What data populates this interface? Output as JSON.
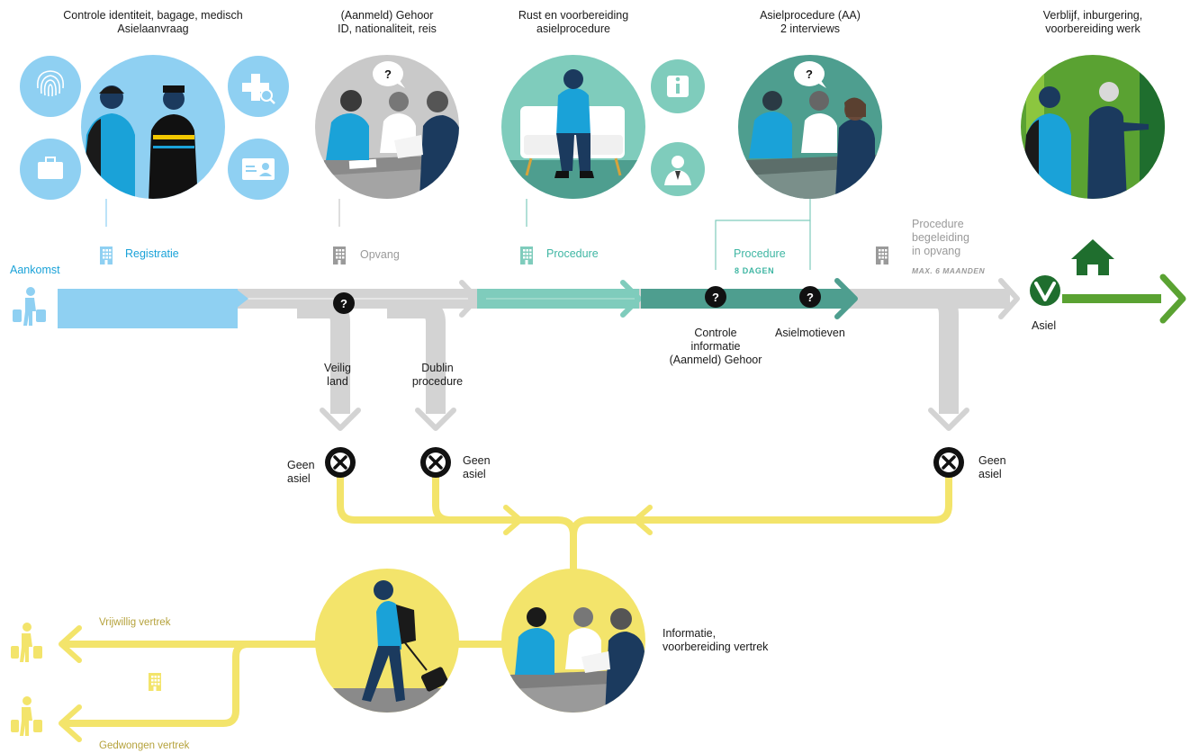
{
  "stages": {
    "registratie": {
      "line1": "Controle identiteit, bagage, medisch",
      "line2": "Asielaanvraag",
      "label": "Registratie"
    },
    "opvang": {
      "line1": "(Aanmeld) Gehoor",
      "line2": "ID, nationaliteit, reis",
      "label": "Opvang"
    },
    "rust": {
      "line1": "Rust en voorbereiding",
      "line2": "asielprocedure",
      "label": "Procedure"
    },
    "aa": {
      "line1": "Asielprocedure (AA)",
      "line2": "2 interviews",
      "label": "Procedure",
      "days": "8 DAGEN"
    },
    "verblijf": {
      "line1": "Verblijf, inburgering,",
      "line2": "voorbereiding werk"
    },
    "begeleiding": {
      "line1": "Procedure",
      "line2": "begeleiding",
      "line3": "in opvang",
      "max": "MAX. 6 MAANDEN"
    }
  },
  "arrival": "Aankomst",
  "asiel": "Asiel",
  "branches": {
    "veilig": {
      "line1": "Veilig",
      "line2": "land"
    },
    "dublin": {
      "line1": "Dublin",
      "line2": "procedure"
    },
    "controle": {
      "line1": "Controle",
      "line2": "informatie",
      "line3": "(Aanmeld) Gehoor"
    },
    "motieven": "Asielmotieven"
  },
  "geen_asiel": {
    "line1": "Geen",
    "line2": "asiel"
  },
  "info": {
    "line1": "Informatie,",
    "line2": "voorbereiding vertrek"
  },
  "vertrek": {
    "vrijwillig": "Vrijwillig vertrek",
    "gedwongen": "Gedwongen vertrek"
  },
  "colors": {
    "blue": "#8fd0f2",
    "blue_text": "#1aa2d8",
    "grey": "#d3d3d3",
    "teal": "#7fccbc",
    "teal_dark": "#4e9e8f",
    "green": "#5aa232",
    "green_dark": "#1f6e2e",
    "yellow": "#f3e46b"
  },
  "icons": [
    "fingerprint-icon",
    "suitcase-icon",
    "medical-search-icon",
    "id-card-icon",
    "question-icon",
    "info-icon",
    "lawyer-icon",
    "building-icon",
    "house-icon",
    "check-icon",
    "x-icon",
    "traveler-icon"
  ]
}
